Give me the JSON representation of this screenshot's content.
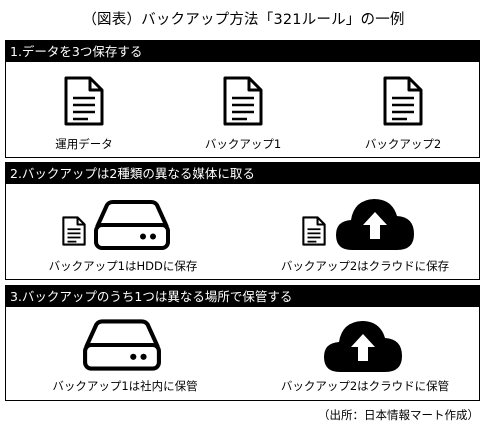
{
  "title": "（図表）バックアップ方法「321ルール」の一例",
  "sections": [
    {
      "header": "1.データを3つ保存する",
      "labels": [
        "運用データ",
        "バックアップ1",
        "バックアップ2"
      ]
    },
    {
      "header": "2.バックアップは2種類の異なる媒体に取る",
      "labels": [
        "バックアップ1はHDDに保存",
        "バックアップ2はクラウドに保存"
      ]
    },
    {
      "header": "3.バックアップのうち1つは異なる場所で保管する",
      "labels": [
        "バックアップ1は社内に保管",
        "バックアップ2はクラウドに保管"
      ]
    }
  ],
  "footer": "（出所：日本情報マート作成）",
  "icons": [
    "document-icon",
    "hard-drive-icon",
    "cloud-upload-icon"
  ],
  "colors": {
    "header_bg": "#000000",
    "header_text": "#ffffff",
    "background": "#ffffff"
  }
}
